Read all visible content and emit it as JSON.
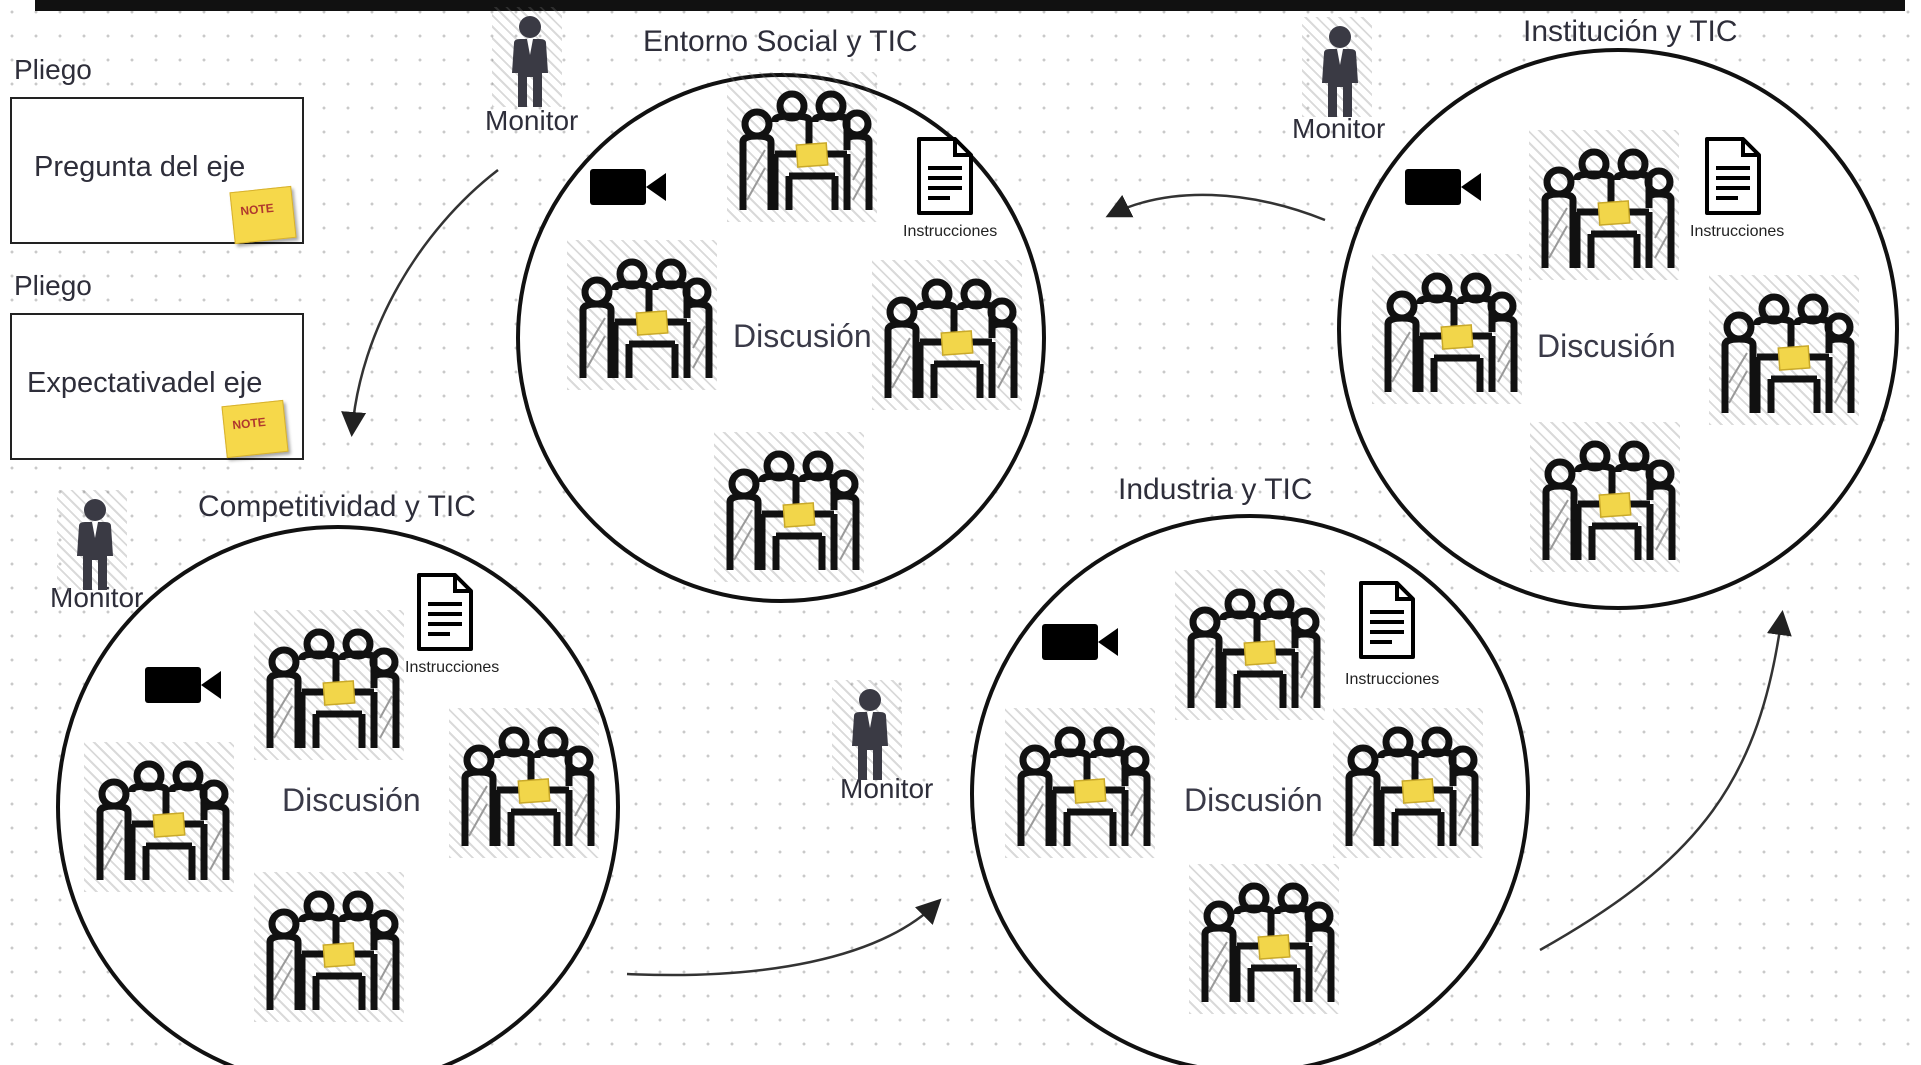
{
  "pliegos": [
    {
      "label": "Pliego",
      "text": "Pregunta del eje",
      "note": "NOTE"
    },
    {
      "label": "Pliego",
      "text": "Expectativadel eje",
      "note": "NOTE"
    }
  ],
  "stations": [
    {
      "title": "Entorno Social y TIC",
      "monitor": "Monitor",
      "discussion": "Discusión",
      "instructions": "Instrucciones"
    },
    {
      "title": "Institución y TIC",
      "monitor": "Monitor",
      "discussion": "Discusión",
      "instructions": "Instrucciones"
    },
    {
      "title": "Competitividad y TIC",
      "monitor": "Monitor",
      "discussion": "Discusión",
      "instructions": "Instrucciones"
    },
    {
      "title": "Industria y TIC",
      "monitor": "Monitor",
      "discussion": "Discusión",
      "instructions": "Instrucciones"
    }
  ],
  "icons": [
    "person-icon",
    "video-camera-icon",
    "document-icon",
    "meeting-table-icon",
    "sticky-note-icon"
  ]
}
